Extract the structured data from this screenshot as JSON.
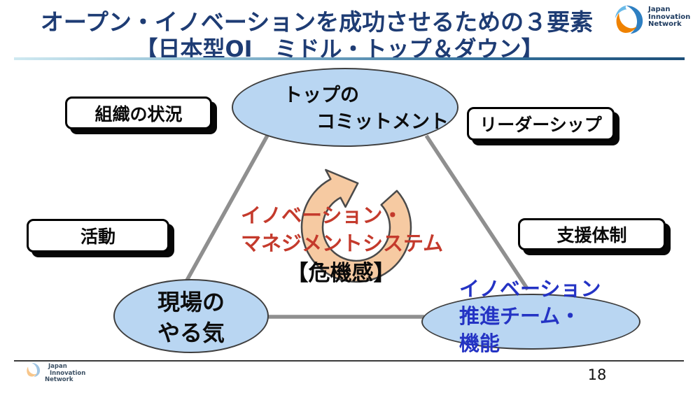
{
  "slide": {
    "title_line1": "オープン・イノベーションを成功させるための３要素",
    "title_line2": "【日本型OI　ミドル・トップ＆ダウン】",
    "page_number": "18"
  },
  "logo": {
    "name_line1": "Japan",
    "name_line2": "Innovation",
    "name_line3": "Network"
  },
  "footer_logo": {
    "name_line1": "Japan",
    "name_line2": "Innovation",
    "name_line3": "Network"
  },
  "diagram": {
    "top_ellipse": {
      "line1": "トップの",
      "line2": "コミットメント"
    },
    "bottom_left_ellipse": {
      "line1": "現場の",
      "line2": "やる気"
    },
    "bottom_right_ellipse": {
      "line1": "イノベーション",
      "line2": "推進チーム・",
      "line3": "機能"
    },
    "center_system": {
      "line1": "イノベーション・",
      "line2": "マネジメントシステム"
    },
    "center_caption": "【危機感】",
    "side_labels": {
      "organization": "組織の状況",
      "leadership": "リーダーシップ",
      "activity": "活動",
      "support": "支援体制"
    }
  },
  "colors": {
    "title_navy": "#1E3C74",
    "red_text": "#C43A2C",
    "blue_text": "#2433C4",
    "ellipse_fill": "#B9D6F2",
    "ellipse_border": "#3F3F3F",
    "arrow_fill": "#F6CAA2",
    "connector_gray": "#8F8F8F"
  }
}
